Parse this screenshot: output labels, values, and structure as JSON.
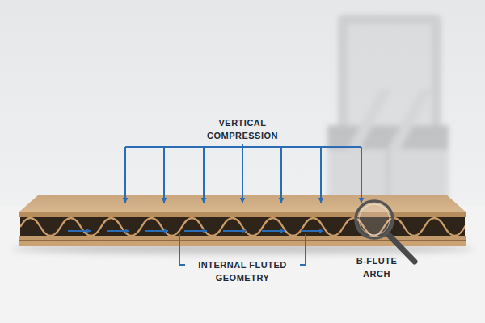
{
  "diagram": {
    "labels": [
      "VERTICAL COMPRESSION",
      "INTERNAL FLUTED GEOMETRY",
      "B-FLUTE ARCH"
    ]
  }
}
